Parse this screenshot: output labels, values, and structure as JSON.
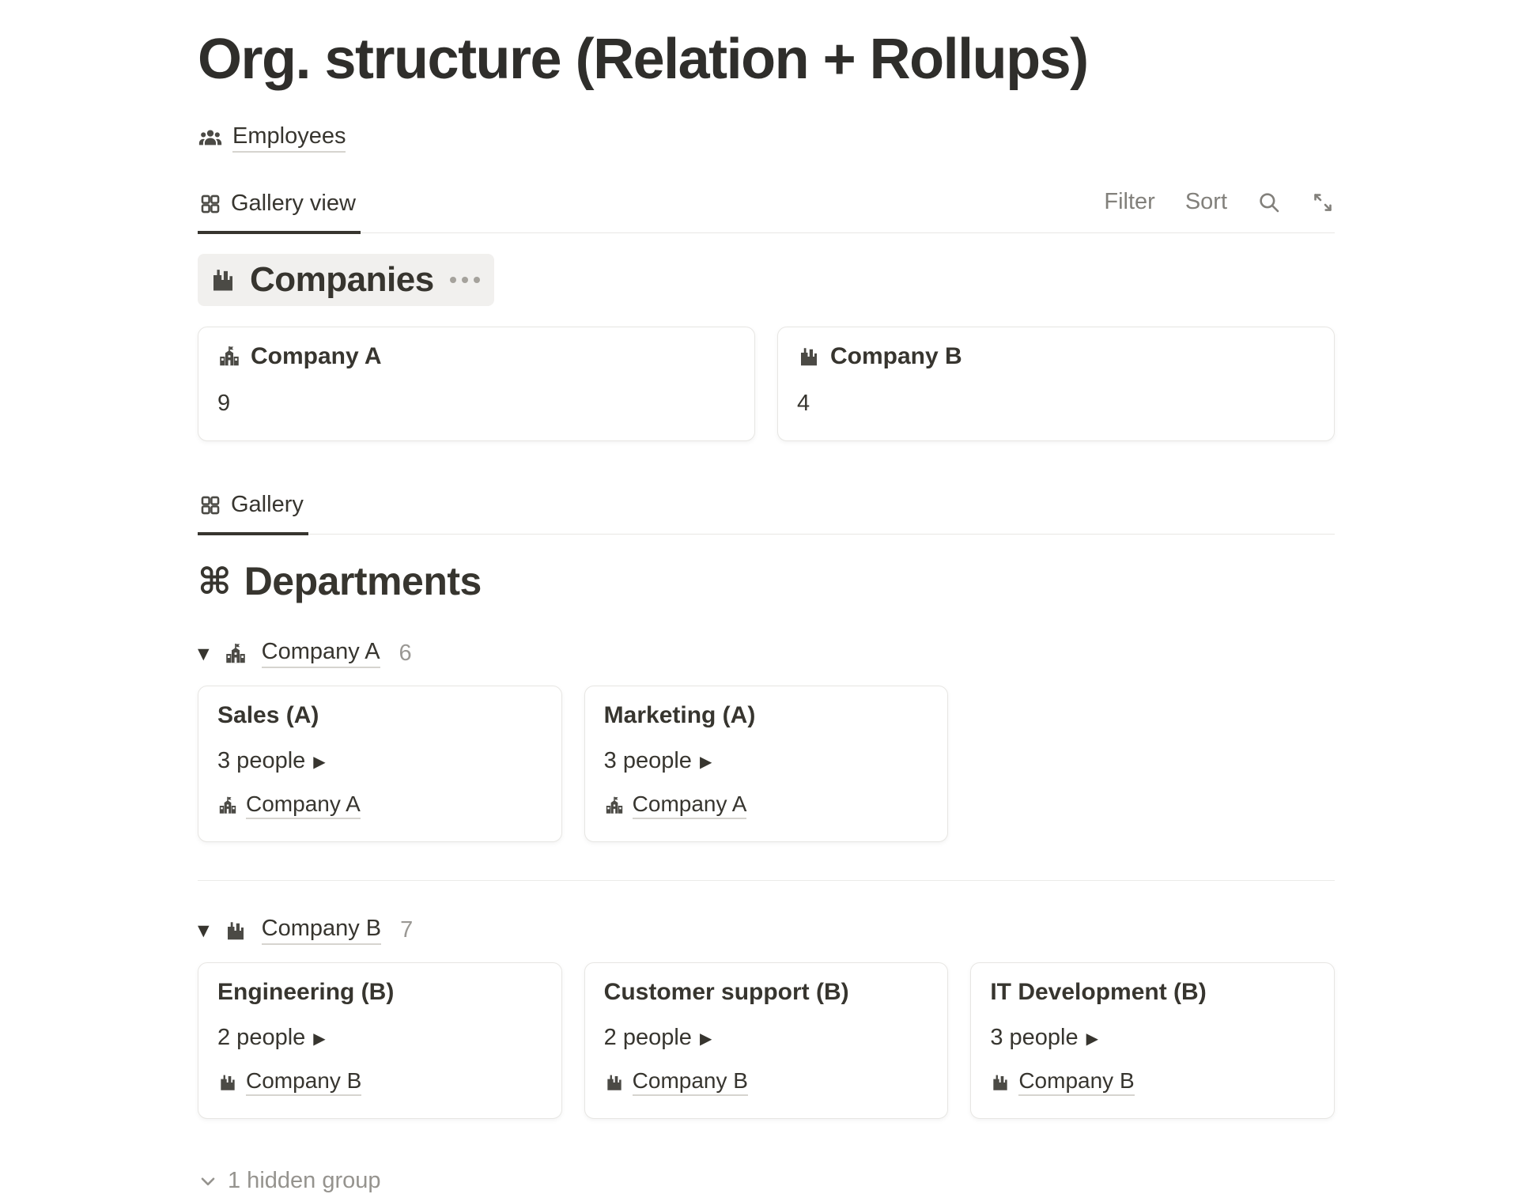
{
  "page": {
    "title": "Org. structure (Relation + Rollups)"
  },
  "header": {
    "database_link": "Employees"
  },
  "employees_view": {
    "tab_label": "Gallery view",
    "toolbar": {
      "filter_label": "Filter",
      "sort_label": "Sort",
      "search_icon": "search-icon",
      "expand_icon": "expand-icon"
    },
    "group_heading": {
      "title": "Companies",
      "icon": "factory-icon",
      "menu_icon": "ellipsis-icon"
    },
    "cards": [
      {
        "icon": "school-icon",
        "title": "Company A",
        "rollup_value": "9"
      },
      {
        "icon": "factory-icon",
        "title": "Company B",
        "rollup_value": "4"
      }
    ]
  },
  "departments_view": {
    "tab_label": "Gallery",
    "section_icon": "command-icon",
    "section_title": "Departments",
    "groups": [
      {
        "icon": "school-icon",
        "name": "Company A",
        "count": "6",
        "cards": [
          {
            "title": "Sales (A)",
            "people": "3 people",
            "company_icon": "school-icon",
            "company": "Company A"
          },
          {
            "title": "Marketing (A)",
            "people": "3 people",
            "company_icon": "school-icon",
            "company": "Company A"
          }
        ]
      },
      {
        "icon": "factory-icon",
        "name": "Company B",
        "count": "7",
        "cards": [
          {
            "title": "Engineering (B)",
            "people": "2 people",
            "company_icon": "factory-icon",
            "company": "Company B"
          },
          {
            "title": "Customer support (B)",
            "people": "2 people",
            "company_icon": "factory-icon",
            "company": "Company B"
          },
          {
            "title": "IT Development (B)",
            "people": "3 people",
            "company_icon": "factory-icon",
            "company": "Company B"
          }
        ]
      }
    ],
    "hidden_group_label": "1 hidden group"
  },
  "glyphs": {
    "triangle_down": "▼",
    "triangle_right": "▶",
    "command": "⌘"
  },
  "colors": {
    "text": "#37352f",
    "muted": "#82807b",
    "faint": "#9a9894",
    "border": "#e8e7e4",
    "pill_bg": "#f1f0ee",
    "link_underline": "#d6d4cf",
    "tab_underline": "#37352f"
  }
}
